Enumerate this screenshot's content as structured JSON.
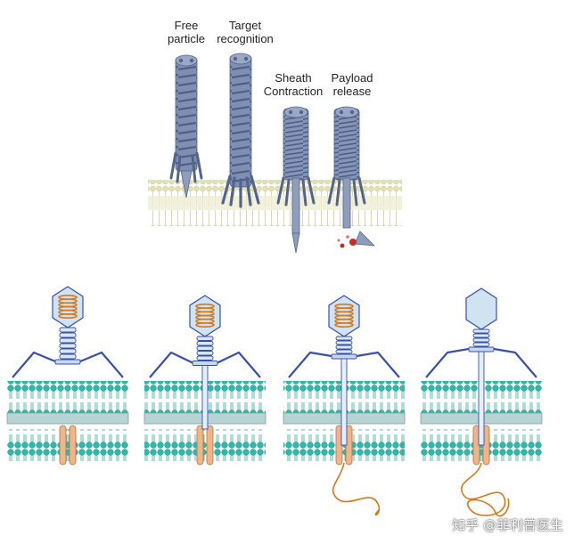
{
  "top_panel": {
    "stages": [
      {
        "line1": "Free",
        "line2": "particle"
      },
      {
        "line1": "Target",
        "line2": "recognition"
      },
      {
        "line1": "Sheath",
        "line2": "Contraction"
      },
      {
        "line1": "Payload",
        "line2": "release"
      }
    ]
  },
  "bottom_panel": {
    "stages": [
      "phage-attached",
      "tail-contracting",
      "tube-penetrating",
      "dna-injected"
    ]
  },
  "watermark": "知乎 @菲利普医生",
  "colors": {
    "sheath": "#7e8fb3",
    "sheath_dark": "#55658a",
    "membrane": "#ecebc8",
    "lipid_head": "#2fb7aa",
    "capsid": "#cfe3f3",
    "dna": "#d47a1e",
    "tail_fiber": "#3a4fa8",
    "channel": "#f0b487",
    "payload": "#c0302a"
  }
}
